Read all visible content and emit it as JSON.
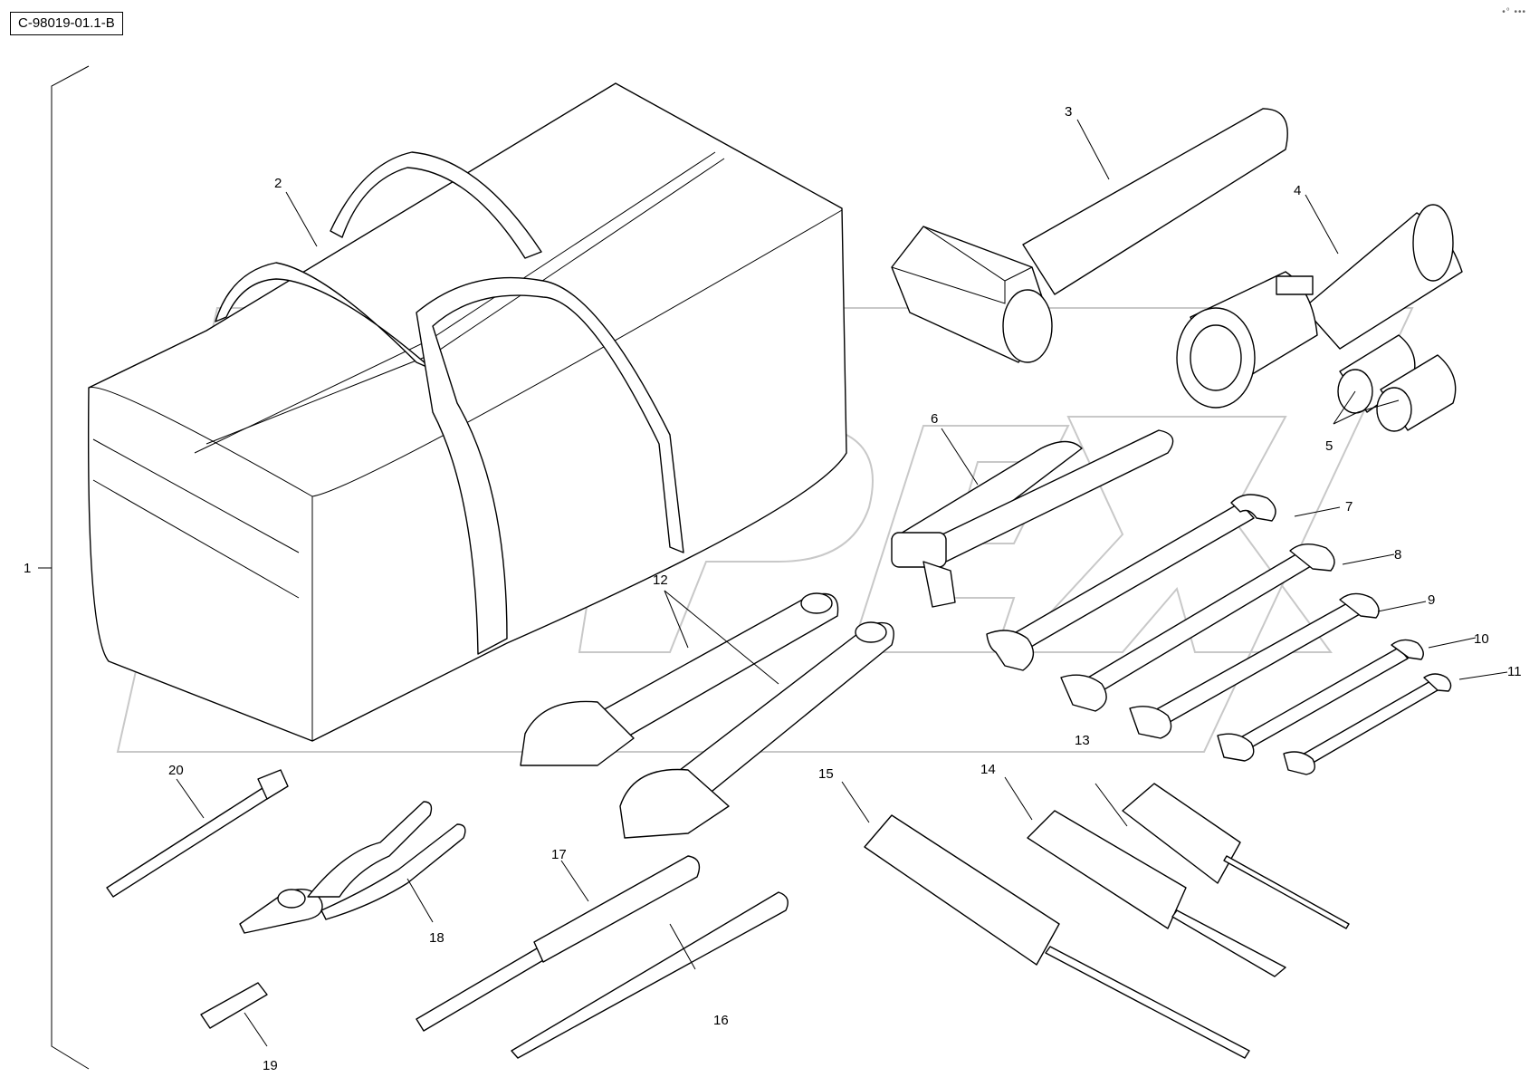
{
  "reference": "C-98019-01.1-B",
  "corner_mark": "•° •••",
  "watermark_text": "OPEX",
  "callouts": [
    {
      "label": "1",
      "part": "tool-kit-bracket"
    },
    {
      "label": "2",
      "part": "tool-bag"
    },
    {
      "label": "3",
      "part": "hammer"
    },
    {
      "label": "4",
      "part": "socket-handle"
    },
    {
      "label": "5",
      "part": "sockets"
    },
    {
      "label": "6",
      "part": "filter-wrench"
    },
    {
      "label": "7",
      "part": "open-wrench"
    },
    {
      "label": "8",
      "part": "open-wrench"
    },
    {
      "label": "9",
      "part": "open-wrench"
    },
    {
      "label": "10",
      "part": "open-wrench"
    },
    {
      "label": "11",
      "part": "open-wrench"
    },
    {
      "label": "12",
      "part": "adjustable-wrenches"
    },
    {
      "label": "13",
      "part": "screwdriver"
    },
    {
      "label": "14",
      "part": "screwdriver"
    },
    {
      "label": "15",
      "part": "screwdriver"
    },
    {
      "label": "16",
      "part": "chisel"
    },
    {
      "label": "17",
      "part": "punch"
    },
    {
      "label": "18",
      "part": "pliers"
    },
    {
      "label": "19",
      "part": "fuse-puller"
    },
    {
      "label": "20",
      "part": "spark-plug-tool"
    }
  ]
}
